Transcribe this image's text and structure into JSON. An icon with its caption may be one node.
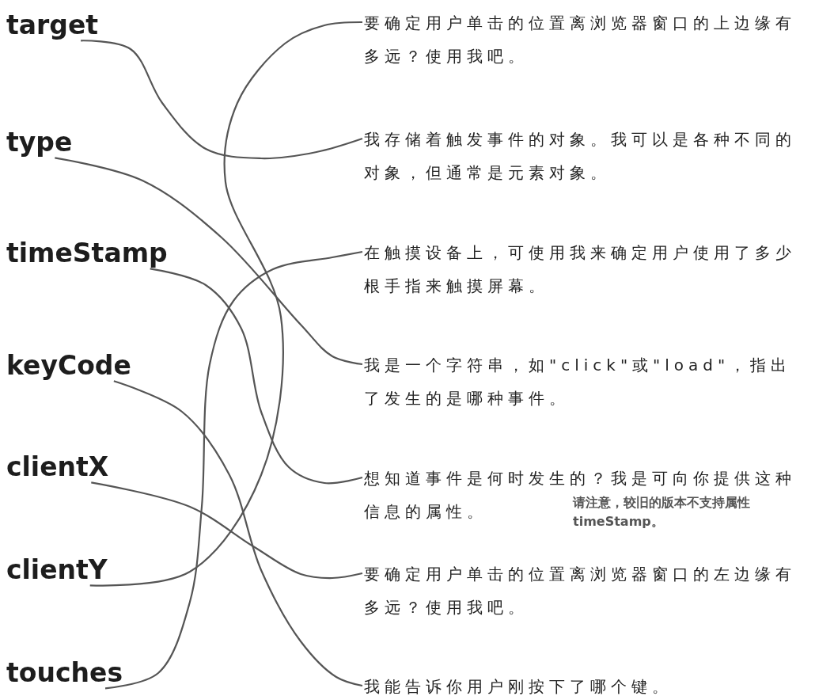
{
  "diagram": {
    "nodes": [
      {
        "text": [
          "target"
        ]
      },
      {
        "text": [
          "type"
        ]
      },
      {
        "text": [
          "timeStamp"
        ]
      },
      {
        "text": [
          "keyCode"
        ]
      },
      {
        "text": [
          "clientX"
        ]
      },
      {
        "text": [
          "clientY"
        ]
      },
      {
        "text": [
          "touches"
        ]
      },
      {
        "text": [
          "要确定用户单击的位置离浏览器窗口的上边缘有多远？使用我吧。"
        ]
      },
      {
        "text": [
          "我存储着触发事件的对象。我可以是各种不同的对象，但通常是元素对象。"
        ]
      },
      {
        "text": [
          "在触摸设备上，可使用我来确定用户使用了多少根手指来触摸屏幕。"
        ]
      },
      {
        "text": [
          "我是一个字符串，如\"click\"或\"load\"，指出了发生的是哪种事件。"
        ]
      },
      {
        "text": [
          "想知道事件是何时发生的？我是可向你提供这种信息的属性。"
        ],
        "beside": [
          "请注意，较旧的版本不支持属性timeStamp。"
        ]
      },
      {
        "text": [
          "要确定用户单击的位置离浏览器窗口的左边缘有多远？使用我吧。"
        ]
      },
      {
        "text": [
          "我能告诉你用户刚按下了哪个键。"
        ]
      }
    ],
    "edges": [
      {
        "from": 0,
        "to": 8,
        "arrow": "none"
      },
      {
        "from": 1,
        "to": 10,
        "arrow": "none"
      },
      {
        "from": 2,
        "to": 11,
        "arrow": "none"
      },
      {
        "from": 3,
        "to": 13,
        "arrow": "none"
      },
      {
        "from": 4,
        "to": 12,
        "arrow": "none"
      },
      {
        "from": 5,
        "to": 7,
        "arrow": "none"
      },
      {
        "from": 6,
        "to": 9,
        "arrow": "none"
      }
    ]
  }
}
